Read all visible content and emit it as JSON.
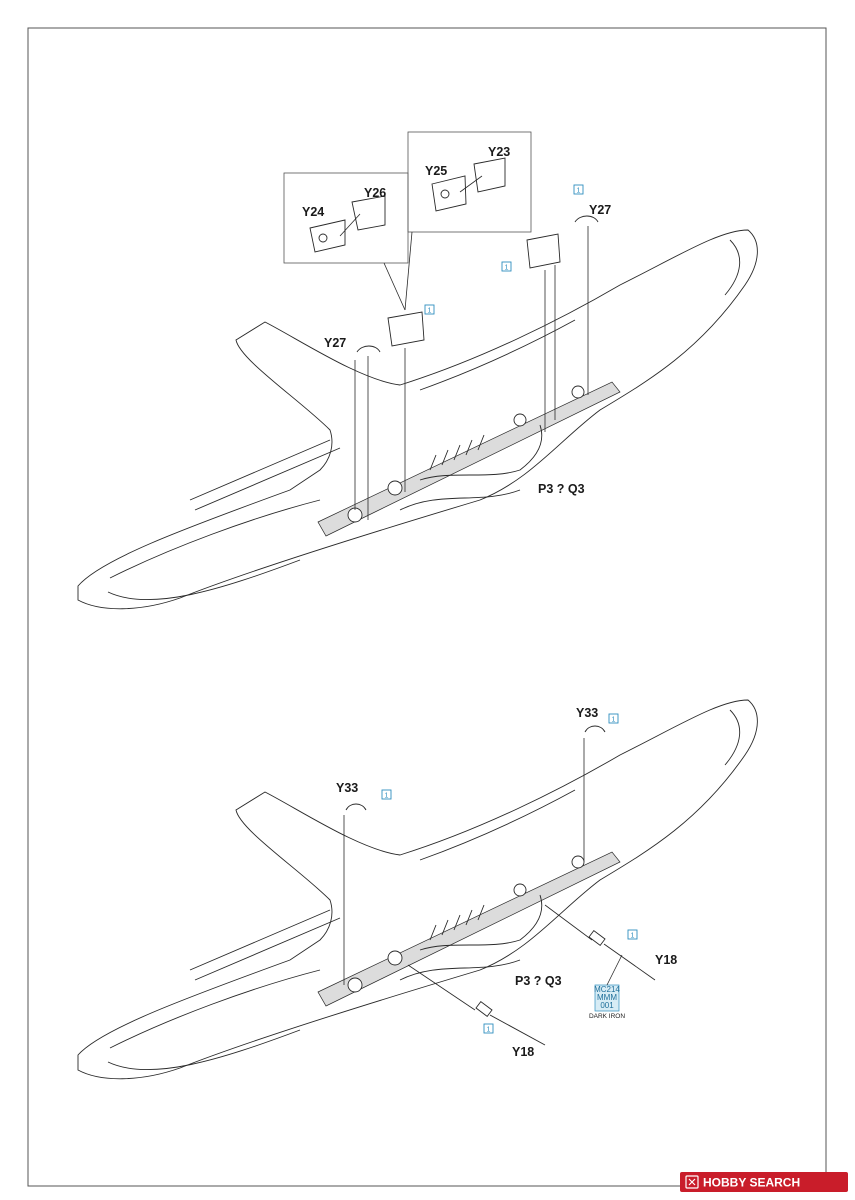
{
  "step_top": {
    "parts": [
      {
        "label": "Y23"
      },
      {
        "label": "Y25"
      },
      {
        "label": "Y26"
      },
      {
        "label": "Y24"
      },
      {
        "label": "Y27"
      },
      {
        "label": "Y27"
      }
    ],
    "markers": [
      "1",
      "1",
      "1"
    ],
    "note": "P3 ? Q3"
  },
  "step_bottom": {
    "parts": [
      {
        "label": "Y33"
      },
      {
        "label": "Y33"
      },
      {
        "label": "Y18"
      },
      {
        "label": "Y18"
      }
    ],
    "markers": [
      "1",
      "1",
      "1",
      "1"
    ],
    "note": "P3 ? Q3",
    "color": {
      "code": "MC214",
      "code2": "MMM",
      "code3": "001",
      "name": "DARK IRON",
      "swatch": "#d7ecf5"
    }
  },
  "watermark": {
    "brand": "HOBBY SEARCH",
    "icon": "hobby-search-logo-icon",
    "bg": "#c91d2a"
  }
}
